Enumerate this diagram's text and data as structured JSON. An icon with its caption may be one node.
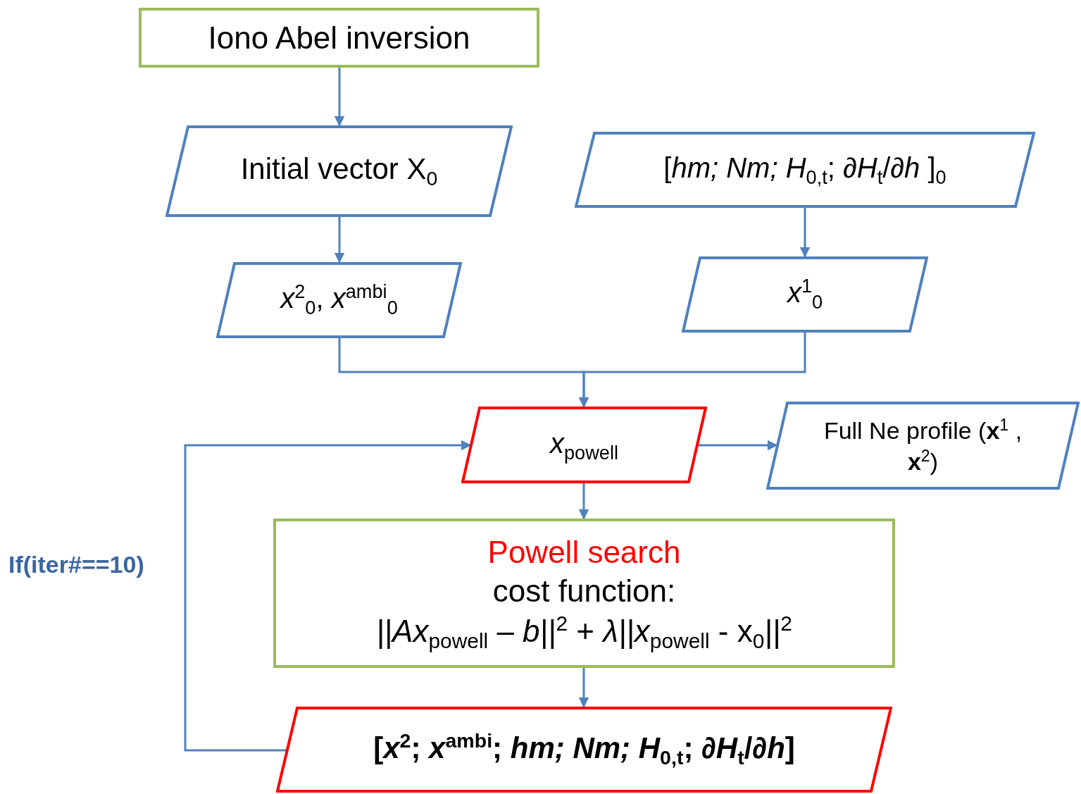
{
  "diagram": {
    "nodes": [
      {
        "text": [
          "Iono Abel inversion"
        ]
      },
      {
        "text": [
          "Initial vector X$_{0}$"
        ]
      },
      {
        "text": [
          "[*hm; Nm; H*$_{0,t}$; ∂*H*$_{t}$/∂*h* ]$_{0}$"
        ]
      },
      {
        "text": [
          "*x*$^{2}$$_{0}$, *x*$^{ambi}$$_{0}$"
        ]
      },
      {
        "text": [
          "*x*$^{1}$$_{0}$"
        ]
      },
      {
        "text": [
          "*x*$_{powell}$"
        ]
      },
      {
        "text": [
          "Full Ne profile (**x**$^{1}$ , **x**$^{2}$)"
        ]
      },
      {
        "text": [
          "Powell search",
          "cost function:",
          "*||Ax*$_{powell}$ – *b||*$^{2}$ + *λ||x*$_{powell}$ - x$_{0}$*||*$^{2}$"
        ]
      },
      {
        "text": [
          "[*x*$^{2}$; *x*$^{ambi}$; *hm; Nm; H*$_{0,t}$; ∂*H*$_{t}$/∂*h*]"
        ]
      }
    ],
    "edges": [
      {
        "from": 0,
        "to": 1,
        "arrow": "to"
      },
      {
        "from": 1,
        "to": 3,
        "arrow": "to"
      },
      {
        "from": 2,
        "to": 4,
        "arrow": "to"
      },
      {
        "from": 3,
        "to": 5,
        "arrow": "to"
      },
      {
        "from": 4,
        "to": 5,
        "arrow": "to"
      },
      {
        "from": 5,
        "to": 6,
        "arrow": "to"
      },
      {
        "from": 5,
        "to": 7,
        "arrow": "to"
      },
      {
        "from": 7,
        "to": 8,
        "arrow": "to"
      },
      {
        "from": 8,
        "to": 5,
        "arrow": "to",
        "label": "If(iter#==10)"
      }
    ]
  }
}
